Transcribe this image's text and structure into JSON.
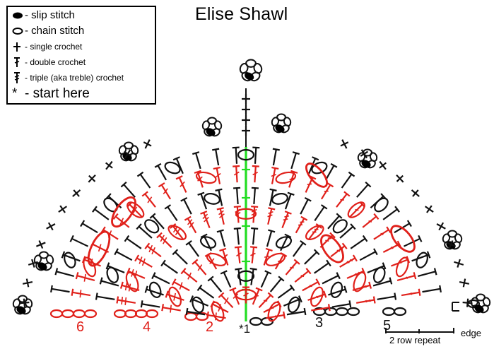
{
  "title": "Elise Shawl",
  "legend": [
    {
      "icon": "slip-stitch-icon",
      "label": "- slip stitch"
    },
    {
      "icon": "chain-stitch-icon",
      "label": "- chain stitch"
    },
    {
      "icon": "single-crochet-icon",
      "label": "- single crochet"
    },
    {
      "icon": "double-crochet-icon",
      "label": "- double crochet"
    },
    {
      "icon": "triple-crochet-icon",
      "label": "- triple (aka treble) crochet"
    },
    {
      "icon": "start-icon",
      "label": "- start here"
    }
  ],
  "start_mark": "*",
  "start_mark_row": "*1",
  "row_labels": {
    "r6": "6",
    "r4": "4",
    "r2": "2",
    "r3": "3",
    "r5": "5"
  },
  "repeat_label": "2 row repeat",
  "edge_label": "edge",
  "colors": {
    "black": "#111111",
    "red": "#e0201a",
    "green": "#22dd22"
  }
}
